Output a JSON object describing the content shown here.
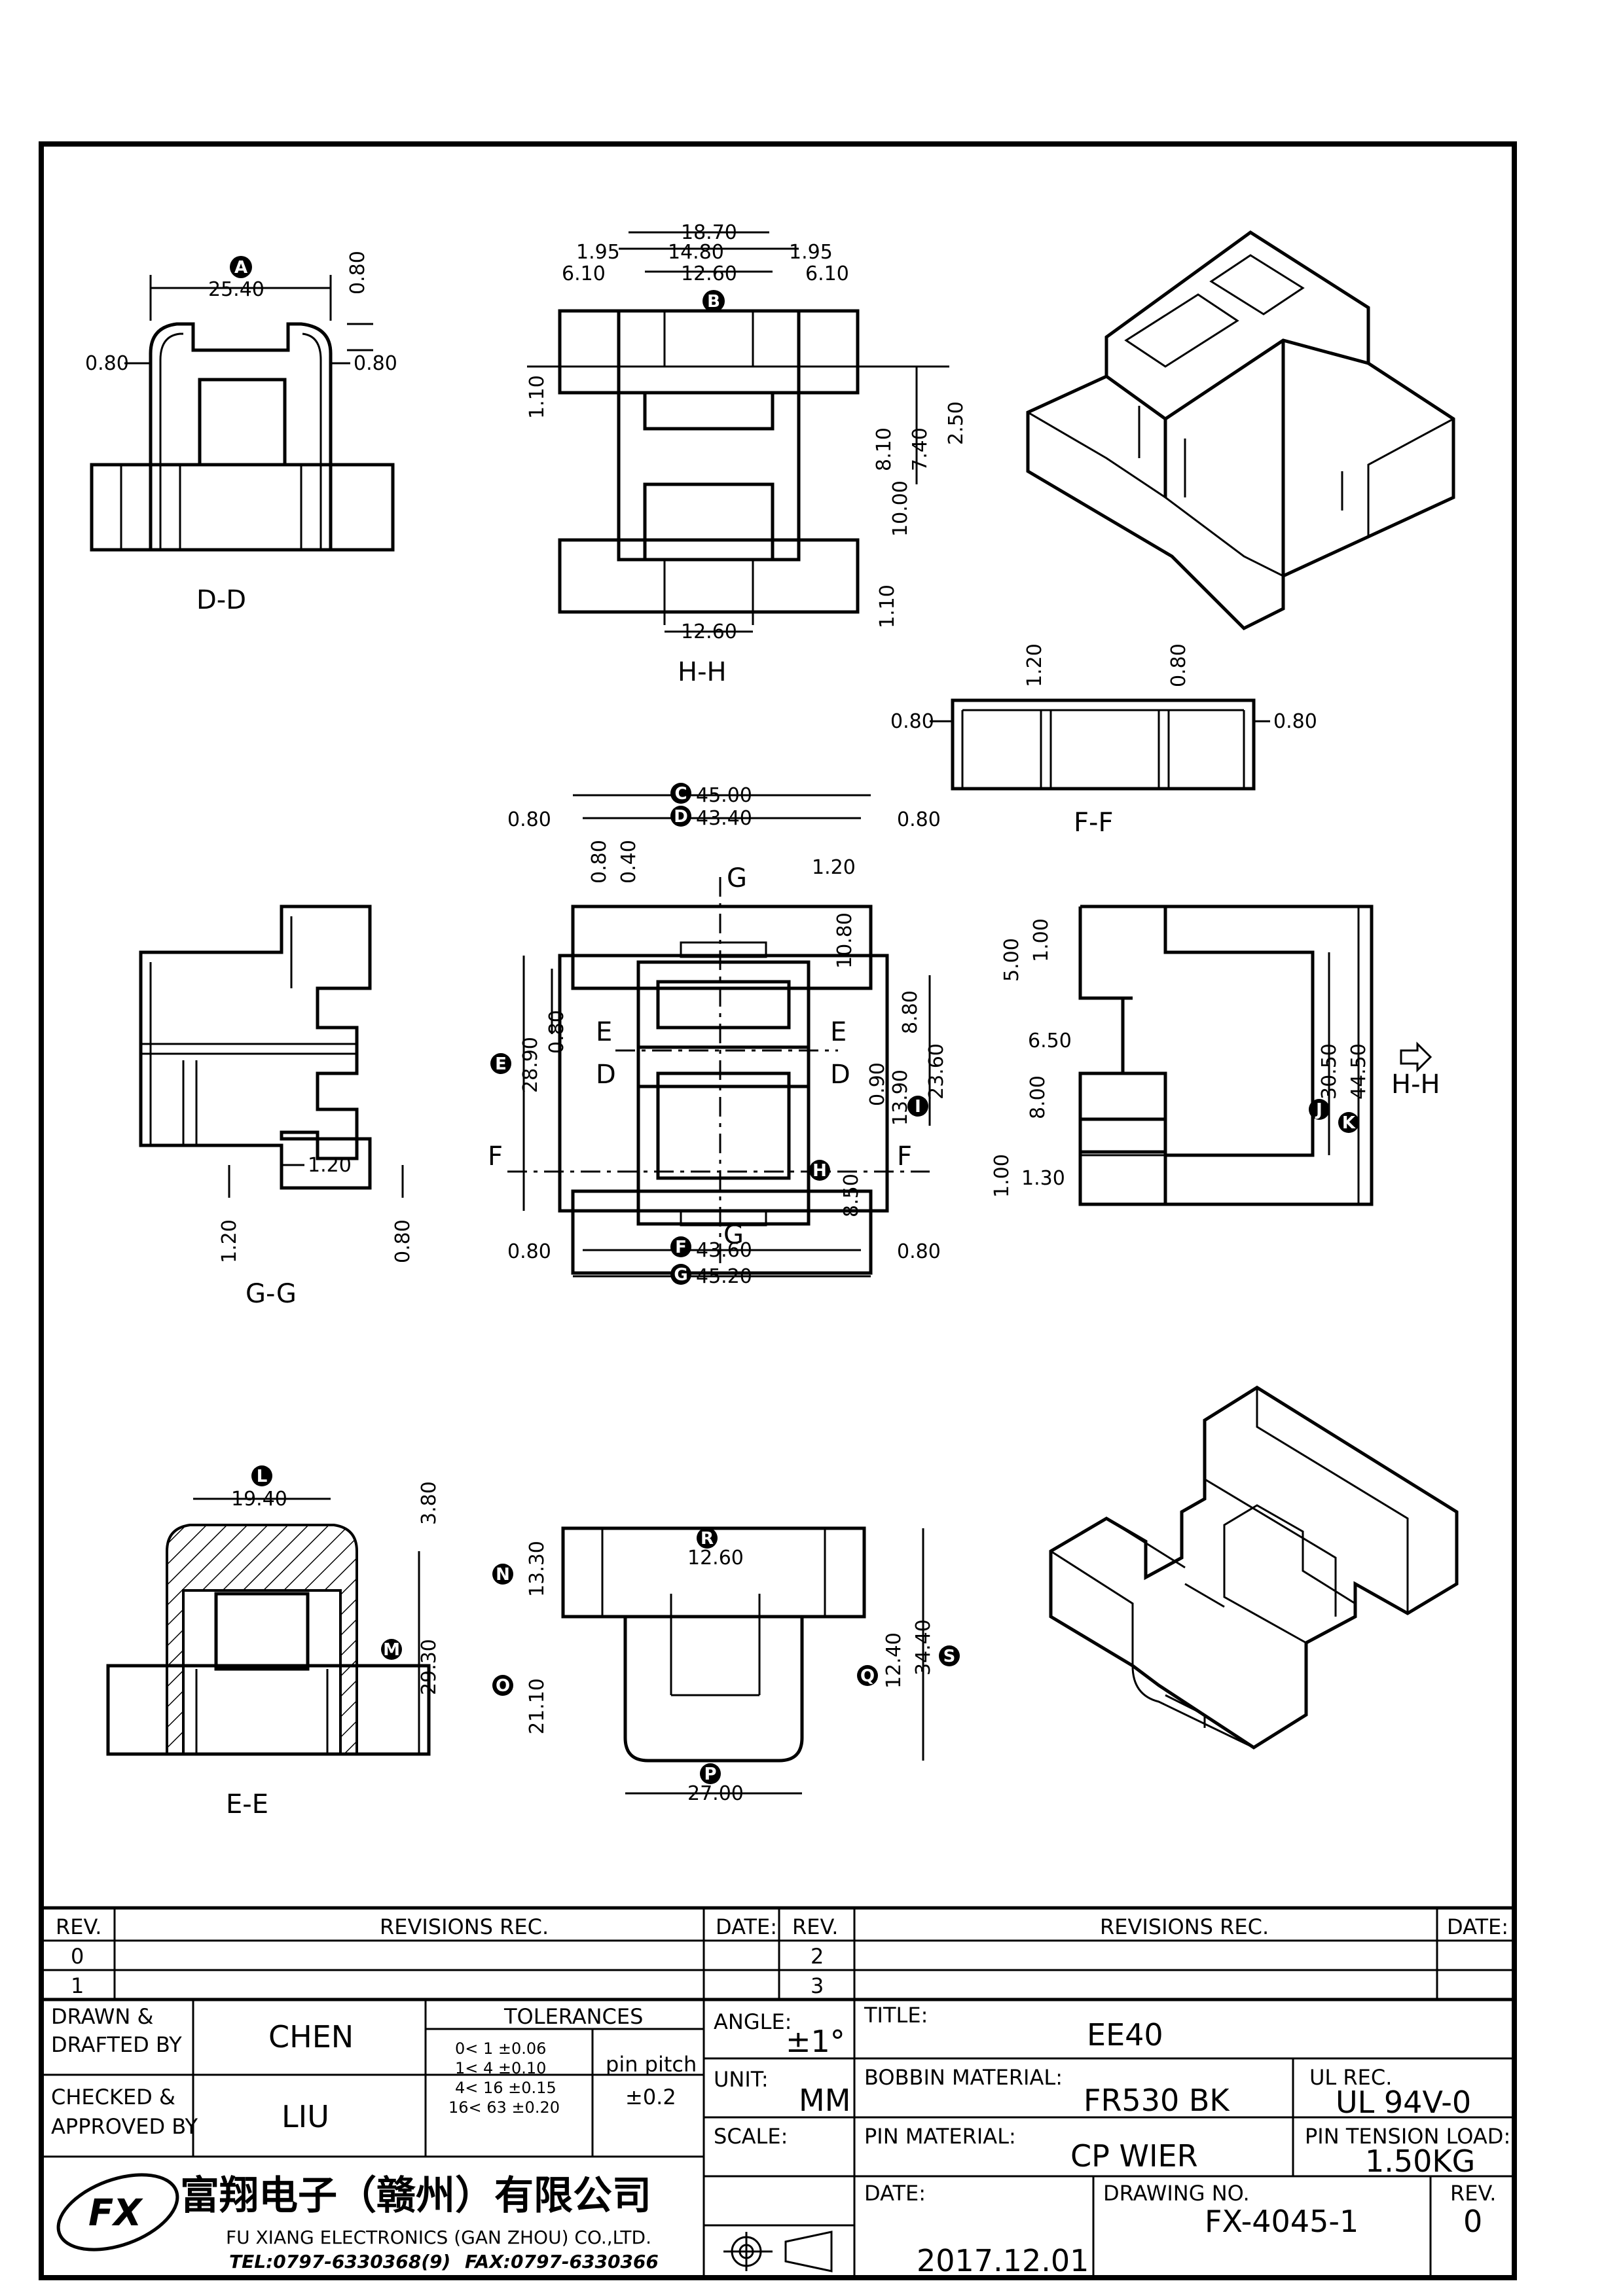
{
  "views": {
    "dd": {
      "label": "D-D",
      "dims": [
        "25.40",
        "0.80",
        "0.80",
        "0.80"
      ],
      "callout": "A"
    },
    "hh": {
      "label": "H-H",
      "dims": [
        "18.70",
        "1.95",
        "14.80",
        "1.95",
        "6.10",
        "12.60",
        "6.10",
        "1.10",
        "2.50",
        "8.10",
        "7.40",
        "10.00",
        "1.10",
        "12.60"
      ],
      "callout": "B"
    },
    "ff": {
      "label": "F-F",
      "dims": [
        "1.20",
        "0.80",
        "0.80",
        "0.80"
      ]
    },
    "gg": {
      "label": "G-G",
      "dims": [
        "1.20",
        "1.20",
        "0.80"
      ]
    },
    "top": {
      "dims": [
        "45.00",
        "43.40",
        "0.80",
        "0.80",
        "0.80",
        "0.40",
        "1.20",
        "10.80",
        "28.90",
        "0.80",
        "8.80",
        "23.60",
        "0.90",
        "13.90",
        "8.50",
        "0.80",
        "43.60",
        "0.80",
        "45.20"
      ],
      "callouts": [
        "C",
        "D",
        "E",
        "I",
        "H",
        "F",
        "G"
      ],
      "section_marks": [
        "G",
        "G",
        "E",
        "E",
        "D",
        "D",
        "F",
        "F"
      ]
    },
    "side": {
      "dims": [
        "5.00",
        "1.00",
        "6.50",
        "8.00",
        "1.00",
        "1.30",
        "30.50",
        "44.50"
      ],
      "callouts": [
        "J",
        "K"
      ],
      "arrow_label": "H-H"
    },
    "ee": {
      "label": "E-E",
      "dims": [
        "19.40",
        "3.80",
        "29.30"
      ],
      "callouts": [
        "L",
        "M"
      ]
    },
    "front": {
      "dims": [
        "13.30",
        "12.60",
        "21.10",
        "12.40",
        "34.40",
        "27.00"
      ],
      "callouts": [
        "N",
        "R",
        "O",
        "Q",
        "S",
        "P"
      ]
    }
  },
  "title_block": {
    "rev_header": "REV.",
    "revisions_header": "REVISIONS   REC.",
    "date_header": "DATE:",
    "revs_left": [
      "0",
      "1"
    ],
    "revs_right": [
      "2",
      "3"
    ],
    "drawn_label": "DRAWN &\nDRAFTED BY",
    "drawn_by": "CHEN",
    "checked_label": "CHECKED &\nAPPROVED BY",
    "approved_by": "LIU",
    "tolerances_header": "TOLERANCES",
    "tolerances": [
      "0<   1   ±0.06",
      "1<   4   ±0.10",
      "4<  16  ±0.15",
      "16<  63  ±0.20"
    ],
    "pin_pitch_label": "pin pitch",
    "pin_pitch_value": "±0.2",
    "angle_label": "ANGLE:",
    "angle_value": "±1°",
    "unit_label": "UNIT:",
    "unit_value": "MM",
    "scale_label": "SCALE:",
    "title_label": "TITLE:",
    "title_value": "EE40",
    "bobbin_label": "BOBBIN MATERIAL:",
    "bobbin_value": "FR530  BK",
    "ul_label": "UL REC.",
    "ul_value": "UL  94V-0",
    "pin_material_label": "PIN MATERIAL:",
    "pin_material_value": "CP  WIER",
    "pin_tension_label": "PIN TENSION LOAD:",
    "pin_tension_value": "1.50KG",
    "date_label": "DATE:",
    "date_value": "2017.12.01",
    "drawing_no_label": "DRAWING NO.",
    "drawing_no_value": "FX-4045-1",
    "rev_label": "REV.",
    "rev_value": "0",
    "company_cn": "富翔电子（赣州）有限公司",
    "company_en": "FU XIANG ELECTRONICS (GAN ZHOU) CO.,LTD.",
    "tel": "TEL:0797-6330368(9)",
    "fax": "FAX:0797-6330366",
    "logo_text": "FX"
  }
}
